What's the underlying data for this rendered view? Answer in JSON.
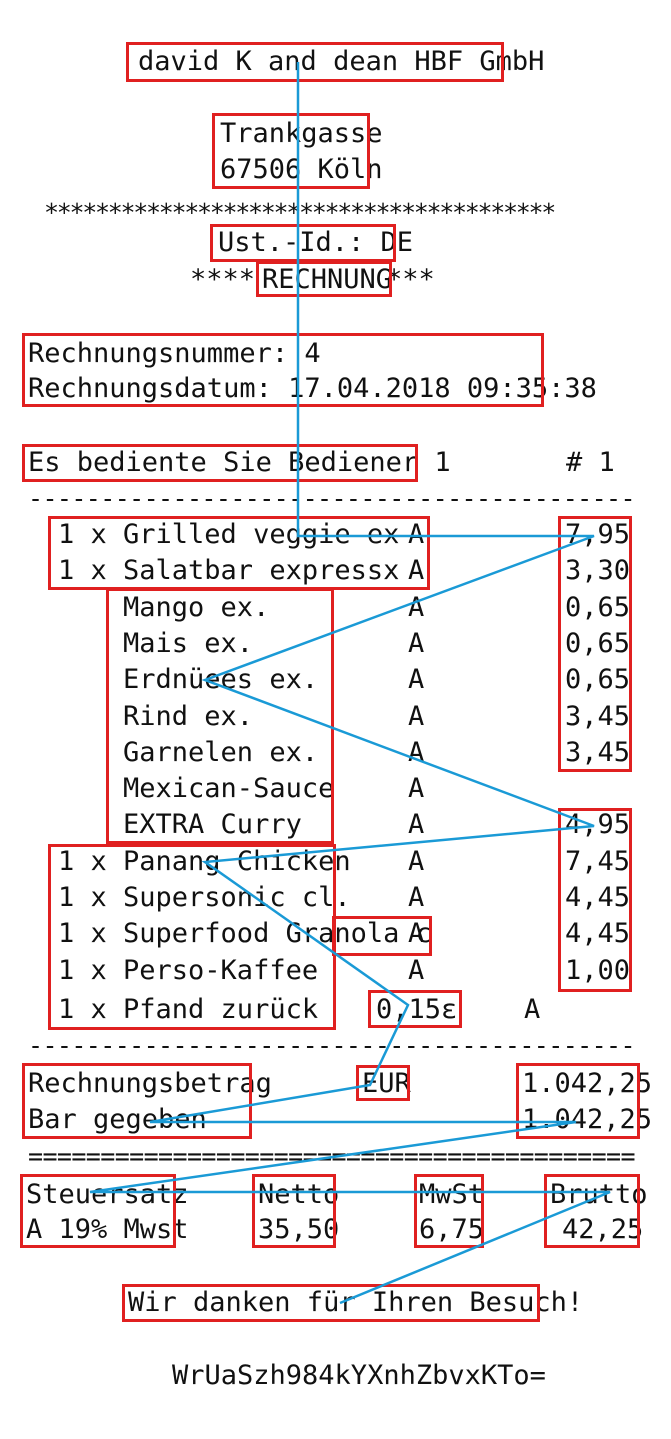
{
  "header": {
    "company": "david K and dean HBF GmbH",
    "street": "Trankgasse",
    "city": "67506 Köln",
    "stars": "****************************************",
    "vat_id": "Ust.-Id.: DE",
    "title_stars_left": "****",
    "title": "RECHNUNG",
    "title_stars_right": "***"
  },
  "meta": {
    "invoice_no": "Rechnungsnummer: 4",
    "invoice_date": "Rechnungsdatum: 17.04.2018 09:35:38",
    "server": "Es bediente Sie Bediener 1",
    "server_no": "# 1"
  },
  "separators": {
    "dash1": "------------------------------------------",
    "dash2": "------------------------------------------",
    "equals": "=========================================="
  },
  "items": [
    {
      "name": "1 x Grilled veggie ex",
      "tax": "A",
      "price": "7,95"
    },
    {
      "name": "1 x Salatbar expressx",
      "tax": "A",
      "price": "3,30"
    },
    {
      "name": "    Mango ex.",
      "tax": "A",
      "price": "0,65"
    },
    {
      "name": "    Mais ex.",
      "tax": "A",
      "price": "0,65"
    },
    {
      "name": "    Erdnüees ex.",
      "tax": "A",
      "price": "0,65"
    },
    {
      "name": "    Rind ex.",
      "tax": "A",
      "price": "3,45"
    },
    {
      "name": "    Garnelen ex.",
      "tax": "A",
      "price": "3,45"
    },
    {
      "name": "    Mexican-Sauce",
      "tax": "A",
      "price": ""
    },
    {
      "name": "    EXTRA Curry",
      "tax": "A",
      "price": "4,95"
    },
    {
      "name": "1 x Panang Chicken",
      "tax": "A",
      "price": "7,45"
    },
    {
      "name": "1 x Supersonic cl.",
      "tax": "A",
      "price": "4,45"
    },
    {
      "name": "1 x Superfood Granola c",
      "tax": "A",
      "price": "4,45"
    },
    {
      "name": "1 x Perso-Kaffee",
      "tax": "A",
      "price": "1,00"
    }
  ],
  "pfand": {
    "name": "1 x Pfand zurück",
    "price": "0,15ε",
    "tax": "A"
  },
  "totals": {
    "total_label": "Rechnungsbetrag",
    "currency": "EUR",
    "total_value": "1.042,25",
    "cash_label": "Bar gegeben",
    "cash_value": "1.042,25"
  },
  "tax_table": {
    "headers": [
      "Steuersatz",
      "Netto",
      "MwSt",
      "Brutto"
    ],
    "row": [
      "A 19% Mwst",
      "35,50",
      "6,75",
      "42,25"
    ]
  },
  "footer": {
    "thanks": "Wir danken für Ihren Besuch!",
    "code": "WrUaSzh984kYXnhZbvxKTo="
  },
  "colors": {
    "annotation_box": "#e02020",
    "annotation_line": "#1a9ad6"
  }
}
